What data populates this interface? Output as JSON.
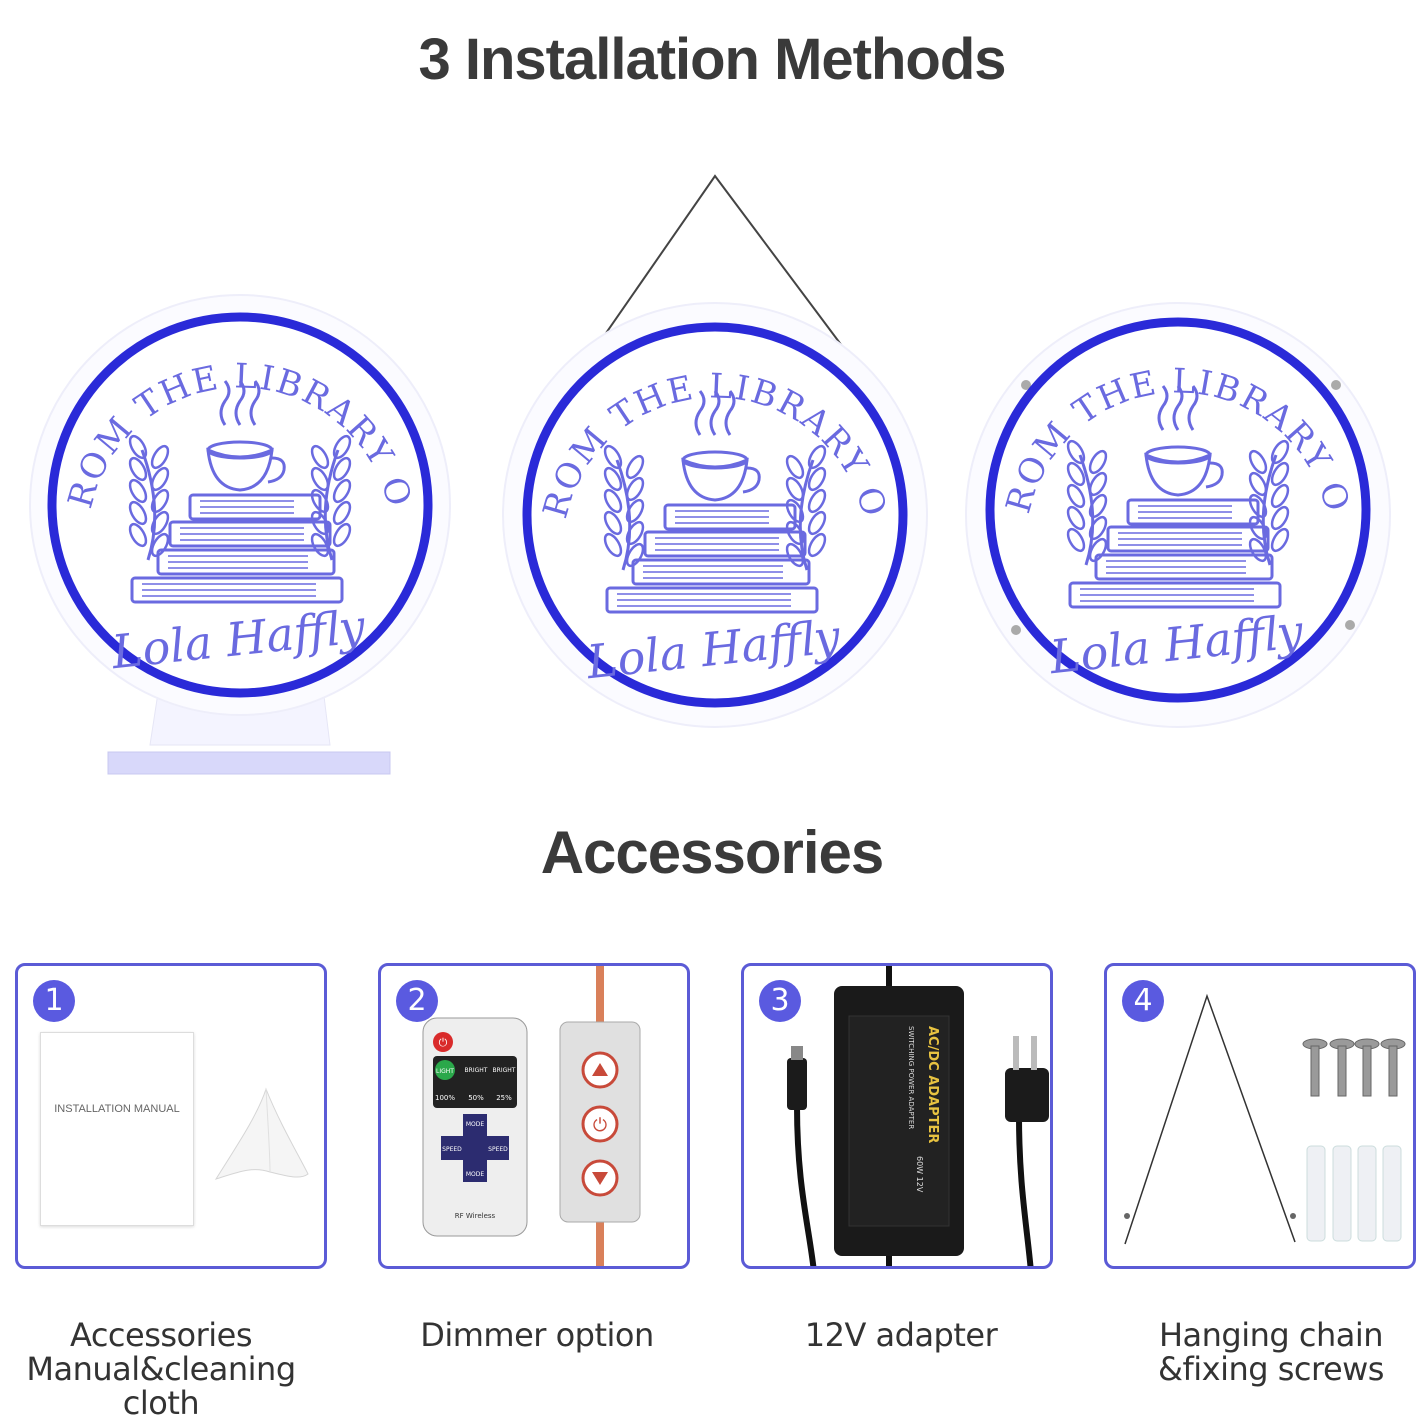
{
  "headings": {
    "installation": "3 Installation Methods",
    "accessories": "Accessories"
  },
  "sign": {
    "arc_text": "FROM THE LIBRARY OF",
    "name": "Lola Haffly",
    "ring_color": "#2a2ad8",
    "art_color": "#6a6ae0"
  },
  "cards": [
    {
      "number": "1",
      "caption_line1": "Accessories",
      "caption_line2": "Manual&cleaning cloth",
      "manual_text": "INSTALLATION MANUAL"
    },
    {
      "number": "2",
      "caption_line1": "Dimmer option",
      "caption_line2": ""
    },
    {
      "number": "3",
      "caption_line1": "12V adapter",
      "caption_line2": ""
    },
    {
      "number": "4",
      "caption_line1": "Hanging chain",
      "caption_line2": "&fixing screws"
    }
  ],
  "remote": {
    "light": "LIGHT",
    "bright_up": "BRIGHT",
    "bright_down": "BRIGHT",
    "p100": "100%",
    "p50": "50%",
    "p25": "25%",
    "mode": "MODE",
    "speed": "SPEED",
    "rf": "RF Wireless"
  },
  "adapter": {
    "label": "AC/DC ADAPTER",
    "sub": "SWITCHING POWER ADAPTER",
    "rating": "60W 12V"
  },
  "colors": {
    "card_border": "#5b5bd6",
    "badge": "#5a5ae0"
  }
}
